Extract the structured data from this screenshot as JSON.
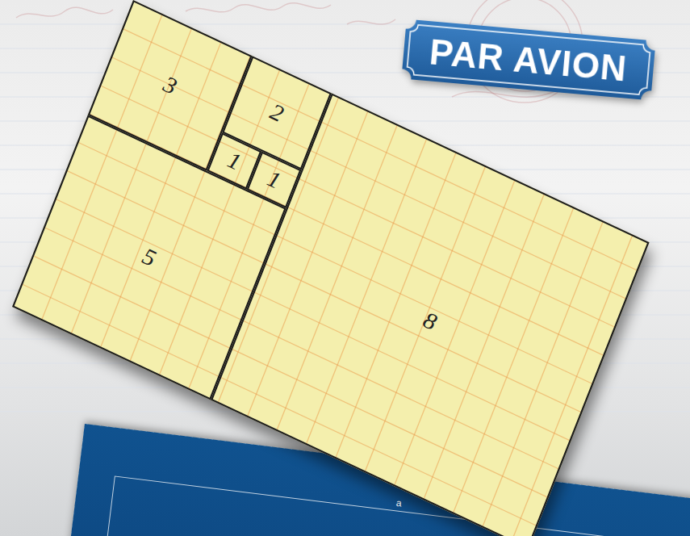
{
  "diagram": {
    "nodes": [
      {
        "text": [
          "PAR AVION"
        ]
      },
      {
        "text": [
          "3"
        ]
      },
      {
        "text": [
          "2"
        ]
      },
      {
        "text": [
          "1"
        ]
      },
      {
        "text": [
          "1"
        ]
      },
      {
        "text": [
          "5"
        ]
      },
      {
        "text": [
          "8"
        ]
      },
      {
        "text": [
          "a"
        ]
      }
    ]
  }
}
